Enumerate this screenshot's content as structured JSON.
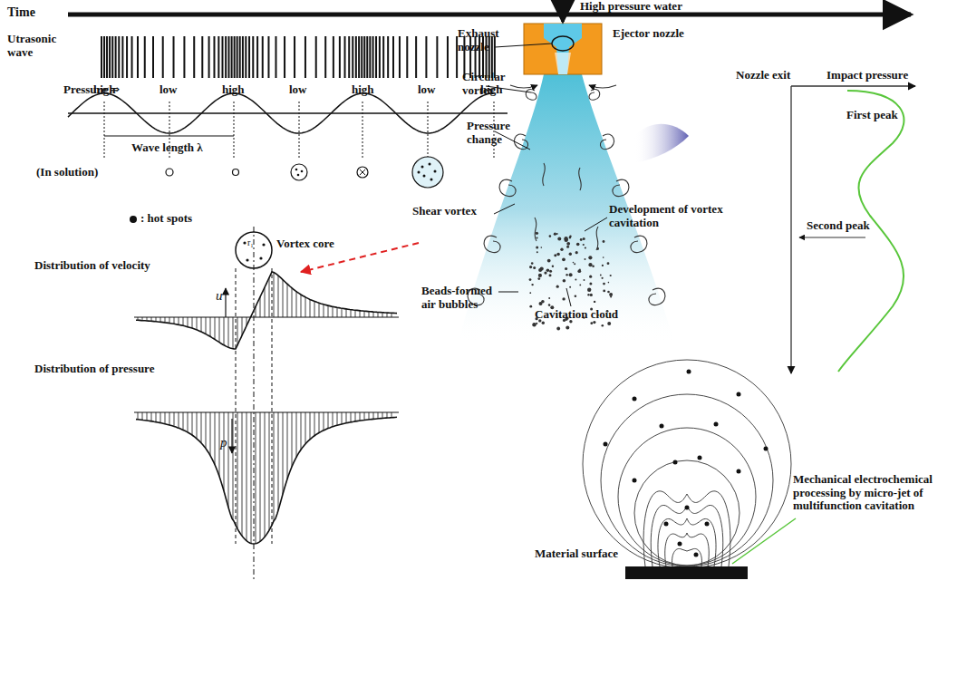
{
  "diagram": {
    "labels": [
      "Time",
      "Utrasonic wave",
      "Pressure ⇒",
      "high",
      "low",
      "high",
      "low",
      "high",
      "low",
      "high",
      "Wave length λ",
      "(In solution)",
      "Exhaust nozzle",
      "High pressure water",
      "Ejector nozzle",
      "Circular vortex",
      "Pressure change",
      "Nozzle exit",
      "Impact pressure",
      "First peak",
      "Shear vortex",
      "Development of vortex cavitation",
      "Second peak",
      "Vortex core",
      "r₁",
      "Distribution of velocity",
      "u",
      "Beads-formed air bubbles",
      "Cavitation cloud",
      "Distribution of pressure",
      "p",
      "Material surface",
      "Mechanical electrochemical processing by micro-jet of multifunction cavitation"
    ],
    "legend": [
      {
        "text": ": hot spots"
      }
    ]
  }
}
